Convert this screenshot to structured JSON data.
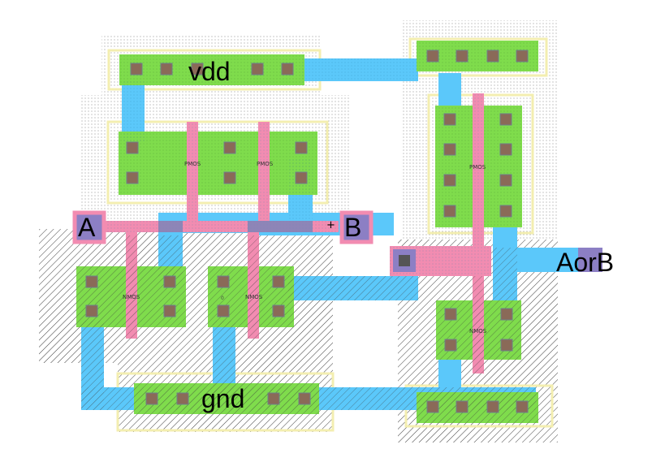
{
  "colors": {
    "metal1": "#5bc8fa",
    "poly": "#f28cb1",
    "diffusion": "#7fdc4c",
    "contact": "#8a6a58",
    "pin": "#8c7fc4",
    "nwell_dots": "#777777",
    "select_outline": "#f5f1b0",
    "pwell_hatch": "#444444"
  },
  "rails": {
    "vdd": "vdd",
    "gnd": "gnd"
  },
  "pins": {
    "a": "A",
    "b": "B",
    "out": "AorB"
  },
  "devices": {
    "pmos_left_1": "PMOS",
    "pmos_left_2": "PMOS",
    "pmos_right": "PMOS",
    "nmos_left_1": "NMOS",
    "nmos_left_2": "NMOS",
    "nmos_right": "NMOS"
  },
  "marks": {
    "plus": "+",
    "zero": "0"
  }
}
